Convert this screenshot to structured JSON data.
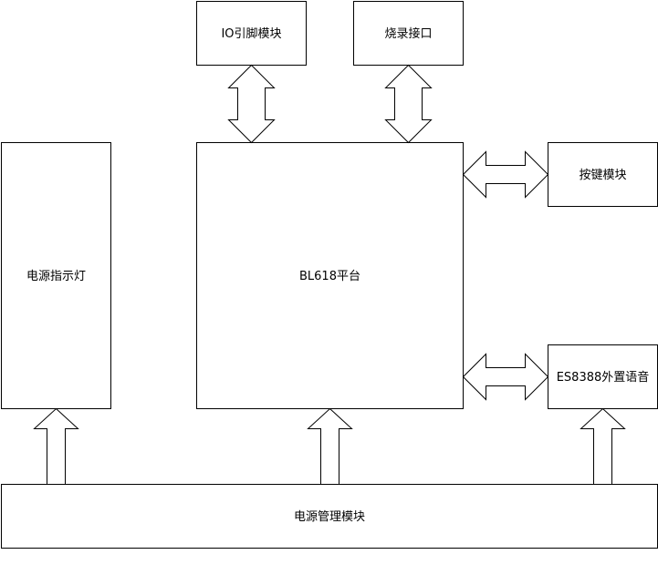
{
  "blocks": {
    "io": "IO引脚模块",
    "burn": "烧录接口",
    "power_led": "电源指示灯",
    "platform": "BL618平台",
    "keys": "按键模块",
    "audio": "ES8388外置语音",
    "power": "电源管理模块"
  },
  "colors": {
    "stroke": "#000000",
    "fill": "#ffffff"
  }
}
